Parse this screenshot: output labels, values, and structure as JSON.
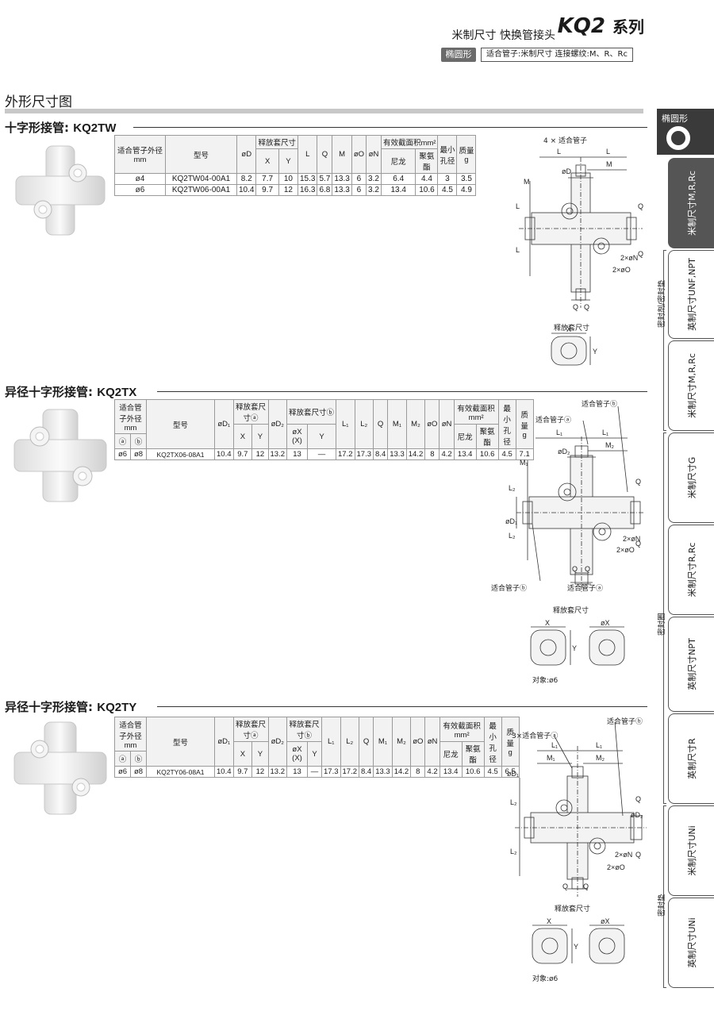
{
  "header": {
    "title_prefix": "米制尺寸 快换管接头",
    "series_code": "KQ2",
    "series_suffix": "系列",
    "badge": "椭圆形",
    "spec": "适合管子:米制尺寸 连接螺纹:M、R、Rc"
  },
  "section_title": "外形尺寸图",
  "kq2tw": {
    "title_cn": "十字形接管: ",
    "title_en": "KQ2TW",
    "headers": {
      "tube": "适合管子外径 mm",
      "model": "型号",
      "D": "øD",
      "release": "释放套尺寸",
      "X": "X",
      "Y": "Y",
      "L": "L",
      "Q": "Q",
      "M": "M",
      "O": "øO",
      "N": "øN",
      "area": "有效截面积mm²",
      "nylon": "尼龙",
      "urethane": "聚氨酯",
      "orifice": "最小孔径",
      "mass": "质量 g"
    },
    "rows": [
      [
        "ø4",
        "KQ2TW04-00A1",
        "8.2",
        "7.7",
        "10",
        "15.3",
        "5.7",
        "13.3",
        "6",
        "3.2",
        "6.4",
        "4.4",
        "3",
        "3.5"
      ],
      [
        "ø6",
        "KQ2TW06-00A1",
        "10.4",
        "9.7",
        "12",
        "16.3",
        "6.8",
        "13.3",
        "6",
        "3.2",
        "13.4",
        "10.6",
        "4.5",
        "4.9"
      ]
    ],
    "drawing": {
      "tube_label": "4 × 适合管子",
      "L": "L",
      "M": "M",
      "D": "øD",
      "Q": "Q",
      "O": "2×øO",
      "N": "2×øN",
      "release_caption": "释放套尺寸",
      "X": "X",
      "Y": "Y"
    }
  },
  "kq2tx": {
    "title_cn": "异径十字形接管: ",
    "title_en": "KQ2TX",
    "headers": {
      "tube": "适合管子外径mm",
      "a": "ⓐ",
      "b": "ⓑ",
      "model": "型号",
      "D1": "øD₁",
      "release_a": "释放套尺寸ⓐ",
      "X": "X",
      "Y": "Y",
      "D2": "øD₂",
      "release_b": "释放套尺寸ⓑ",
      "X2": "øX (X)",
      "Y2": "Y",
      "L1": "L₁",
      "L2": "L₂",
      "Q": "Q",
      "M1": "M₁",
      "M2": "M₂",
      "O": "øO",
      "N": "øN",
      "area": "有效截面积mm²",
      "nylon": "尼龙",
      "urethane": "聚氨酯",
      "orifice": "最小孔径",
      "mass": "质量 g"
    },
    "rows": [
      [
        "ø6",
        "ø8",
        "KQ2TX06-08A1",
        "10.4",
        "9.7",
        "12",
        "13.2",
        "13",
        "—",
        "17.2",
        "17.3",
        "8.4",
        "13.3",
        "14.2",
        "8",
        "4.2",
        "13.4",
        "10.6",
        "4.5",
        "7.1"
      ]
    ],
    "drawing": {
      "tube_a": "适合管子ⓐ",
      "tube_b": "适合管子ⓑ",
      "L1": "L₁",
      "L2": "L₂",
      "M1": "M₁",
      "M2": "M₂",
      "D1": "øD₁",
      "D2": "øD₂",
      "Q": "Q",
      "O": "2×øO",
      "N": "2×øN",
      "release_caption": "释放套尺寸",
      "X": "X",
      "Y": "Y",
      "oX": "øX",
      "target": "对象:ø6"
    }
  },
  "kq2ty": {
    "title_cn": "异径十字形接管: ",
    "title_en": "KQ2TY",
    "headers": {
      "tube": "适合管子外径mm",
      "a": "ⓐ",
      "b": "ⓑ",
      "model": "型号",
      "D1": "øD₁",
      "release_a": "释放套尺寸ⓐ",
      "X": "X",
      "Y": "Y",
      "D2": "øD₂",
      "release_b": "释放套尺寸ⓑ",
      "X2": "øX (X)",
      "Y2": "Y",
      "L1": "L₁",
      "L2": "L₂",
      "Q": "Q",
      "M1": "M₁",
      "M2": "M₂",
      "O": "øO",
      "N": "øN",
      "area": "有效截面积mm²",
      "nylon": "尼龙",
      "urethane": "聚氨酯",
      "orifice": "最小孔径",
      "mass": "质量 g"
    },
    "rows": [
      [
        "ø6",
        "ø8",
        "KQ2TY06-08A1",
        "10.4",
        "9.7",
        "12",
        "13.2",
        "13",
        "—",
        "17.3",
        "17.2",
        "8.4",
        "13.3",
        "14.2",
        "8",
        "4.2",
        "13.4",
        "10.6",
        "4.5",
        "6.5"
      ]
    ],
    "drawing": {
      "tube_a": "3×适合管子ⓐ",
      "tube_b": "适合管子ⓑ",
      "L1": "L₁",
      "L2": "L₂",
      "M1": "M₁",
      "M2": "M₂",
      "D1": "øD₁",
      "D2": "øD₂",
      "Q": "Q",
      "O": "2×øO",
      "N": "2×øN",
      "release_caption": "释放套尺寸",
      "X": "X",
      "Y": "Y",
      "oX": "øX",
      "target": "对象:ø6"
    }
  },
  "side_nav": {
    "active": "椭圆形",
    "tabs": [
      "米制尺寸M,R,Rc",
      "英制尺寸UNF,NPT",
      "米制尺寸M,R,Rc",
      "米制尺寸G",
      "米制尺寸R,Rc",
      "英制尺寸NPT",
      "英制尺寸R",
      "米制尺寸UNi",
      "英制尺寸UNi"
    ],
    "groups": [
      "密封剂/密封垫",
      "密封圈",
      "密封垫"
    ]
  }
}
